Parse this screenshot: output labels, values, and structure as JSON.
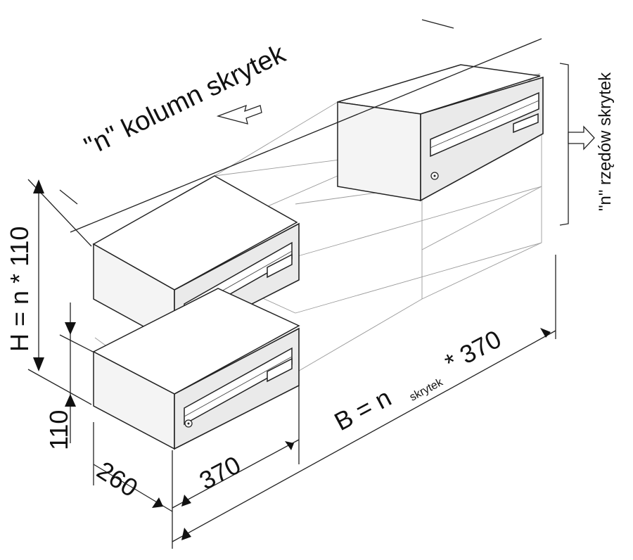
{
  "labels": {
    "columns": "\"n\" kolumn skrytek",
    "rows": "\"n\" rzędów skrytek",
    "height_formula": "H = n * 110",
    "unit_height": "110",
    "depth": "260",
    "unit_width": "370",
    "width_formula_prefix": "B = n",
    "width_formula_subscript": "skrytek",
    "width_formula_suffix": "* 370"
  }
}
